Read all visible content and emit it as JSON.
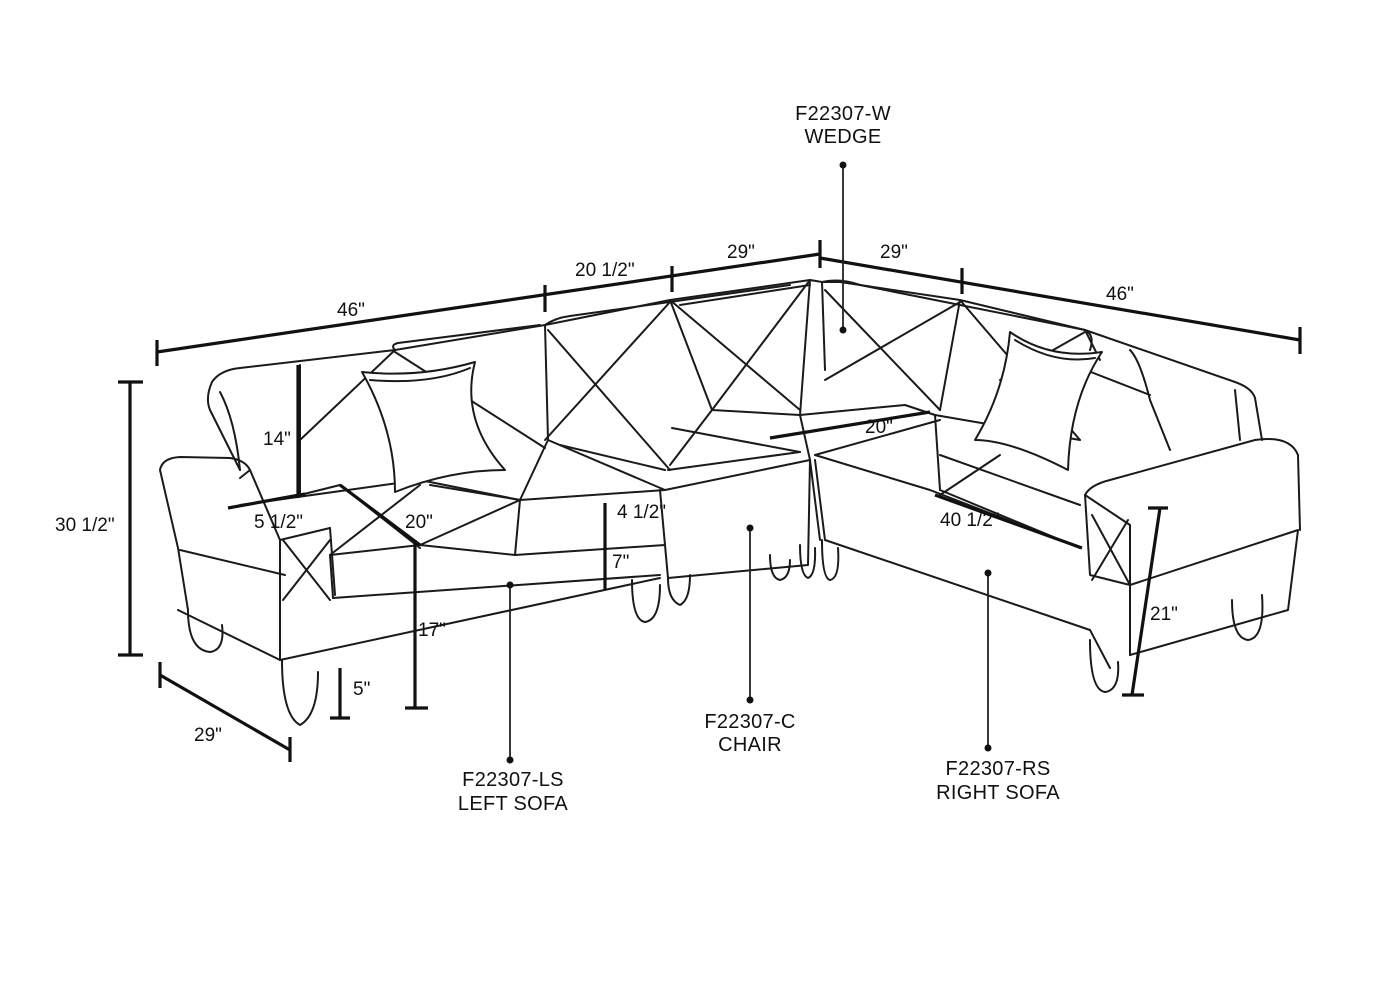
{
  "parts": {
    "wedge": {
      "code": "F22307-W",
      "name": "WEDGE"
    },
    "chair": {
      "code": "F22307-C",
      "name": "CHAIR"
    },
    "left": {
      "code": "F22307-LS",
      "name": "LEFT SOFA"
    },
    "right": {
      "code": "F22307-RS",
      "name": "RIGHT SOFA"
    }
  },
  "dimensions": {
    "left_width": "46\"",
    "mid_width": "20 1/2\"",
    "chair_width": "29\"",
    "wedge_width": "29\"",
    "right_width": "46\"",
    "total_height": "30 1/2\"",
    "back_height": "14\"",
    "arm_width": "5 1/2\"",
    "seat_depth_left": "20\"",
    "seat_depth_right": "20\"",
    "cushion_thickness": "4 1/2\"",
    "base_height": "7\"",
    "seat_height": "17\"",
    "leg_height": "5\"",
    "depth": "29\"",
    "seat_width_right": "40 1/2\"",
    "arm_height": "21\""
  }
}
